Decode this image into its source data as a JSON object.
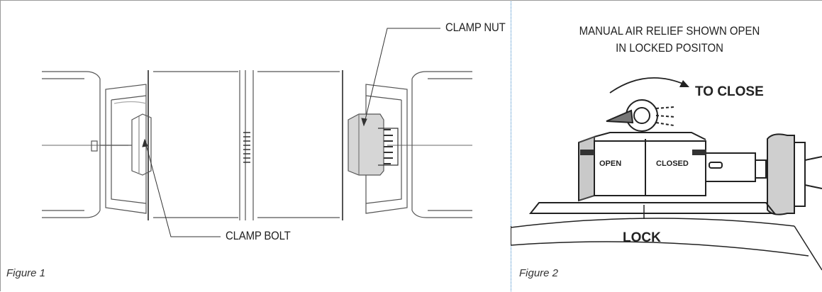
{
  "figure1": {
    "caption": "Figure 1",
    "labels": {
      "clamp_nut": "CLAMP NUT",
      "clamp_bolt": "CLAMP BOLT"
    }
  },
  "figure2": {
    "caption": "Figure 2",
    "title_line1": "MANUAL AIR RELIEF SHOWN OPEN",
    "title_line2": "IN LOCKED POSITON",
    "labels": {
      "to_close": "TO CLOSE",
      "open": "OPEN",
      "closed": "CLOSED",
      "lock": "LOCK"
    }
  },
  "colors": {
    "divider": "#3a87c8",
    "frame": "#9a9a9a",
    "line": "#444444"
  }
}
